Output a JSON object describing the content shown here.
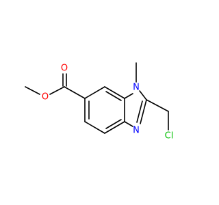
{
  "structure": {
    "atoms": {
      "ester_oxygen": {
        "label": "O",
        "color": "#ff0000"
      },
      "carbonyl_oxygen": {
        "label": "O",
        "color": "#ff0000"
      },
      "n_methyl_nitrogen": {
        "label": "N",
        "color": "#0000ff"
      },
      "imine_nitrogen": {
        "label": "N",
        "color": "#0000ff"
      },
      "chlorine": {
        "label": "Cl",
        "color": "#00c000"
      }
    },
    "bond_color": "#000000"
  }
}
